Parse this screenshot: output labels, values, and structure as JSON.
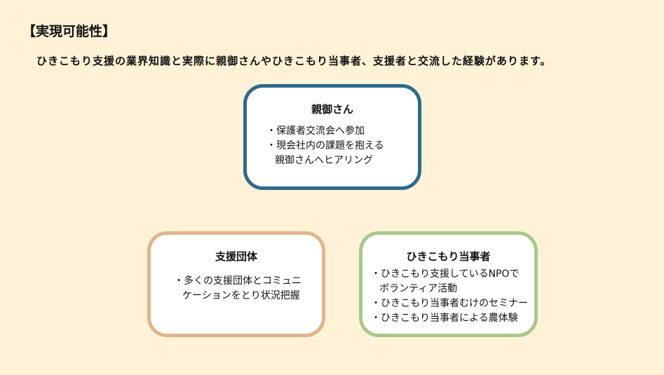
{
  "title": "【実現可能性】",
  "subtitle": "ひきこもり支援の業界知識と実際に親御さんやひきこもり当事者、支援者と交流した経験があります。",
  "colors": {
    "background": "#fff2d6",
    "parents": "#2e6a8a",
    "support": "#e0b48c",
    "persons": "#a8c88a"
  },
  "boxes": {
    "parents": {
      "heading": "親御さん",
      "items": [
        {
          "line1": "・保護者交流会へ参加",
          "line2": ""
        },
        {
          "line1": "・現会社内の課題を抱える",
          "line2": "親御さんへヒアリング"
        }
      ]
    },
    "support": {
      "heading": "支援団体",
      "items": [
        {
          "line1": "・多くの支援団体とコミュニ",
          "line2": "ケーションをとり状況把握"
        }
      ]
    },
    "persons": {
      "heading": "ひきこもり当事者",
      "items": [
        {
          "line1": "・ひきこもり支援しているNPOで",
          "line2": "ボランティア活動"
        },
        {
          "line1": "・ひきこもり当事者むけのセミナー",
          "line2": ""
        },
        {
          "line1": "・ひきこもり当事者による農体験",
          "line2": ""
        }
      ]
    }
  }
}
